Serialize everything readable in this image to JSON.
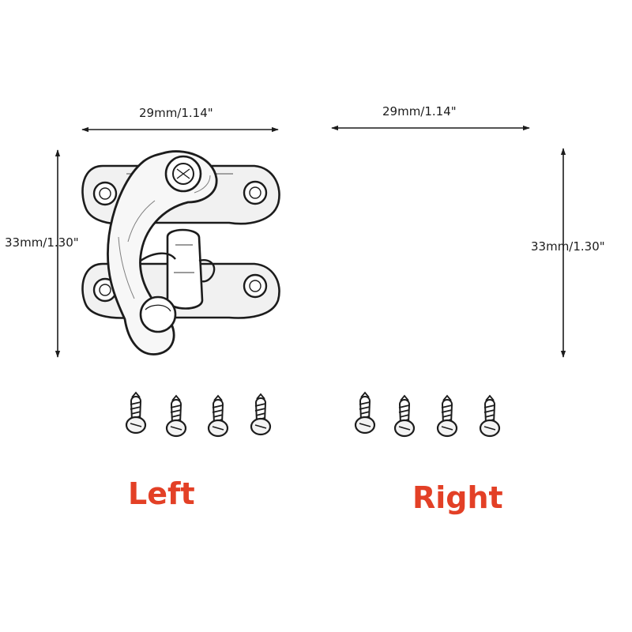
{
  "colors": {
    "ink": "#1c1c1c",
    "label_red": "#e34026",
    "background": "#ffffff"
  },
  "icons": {
    "latch": "swing-latch-hasp-icon",
    "screw": "screw-icon"
  },
  "left_latch": {
    "width_label": "29mm/1.14\"",
    "height_label": "33mm/1.30\"",
    "name": "Left",
    "screw_count": 4
  },
  "right_latch": {
    "width_label": "29mm/1.14\"",
    "height_label": "33mm/1.30\"",
    "name": "Right",
    "screw_count": 4
  }
}
